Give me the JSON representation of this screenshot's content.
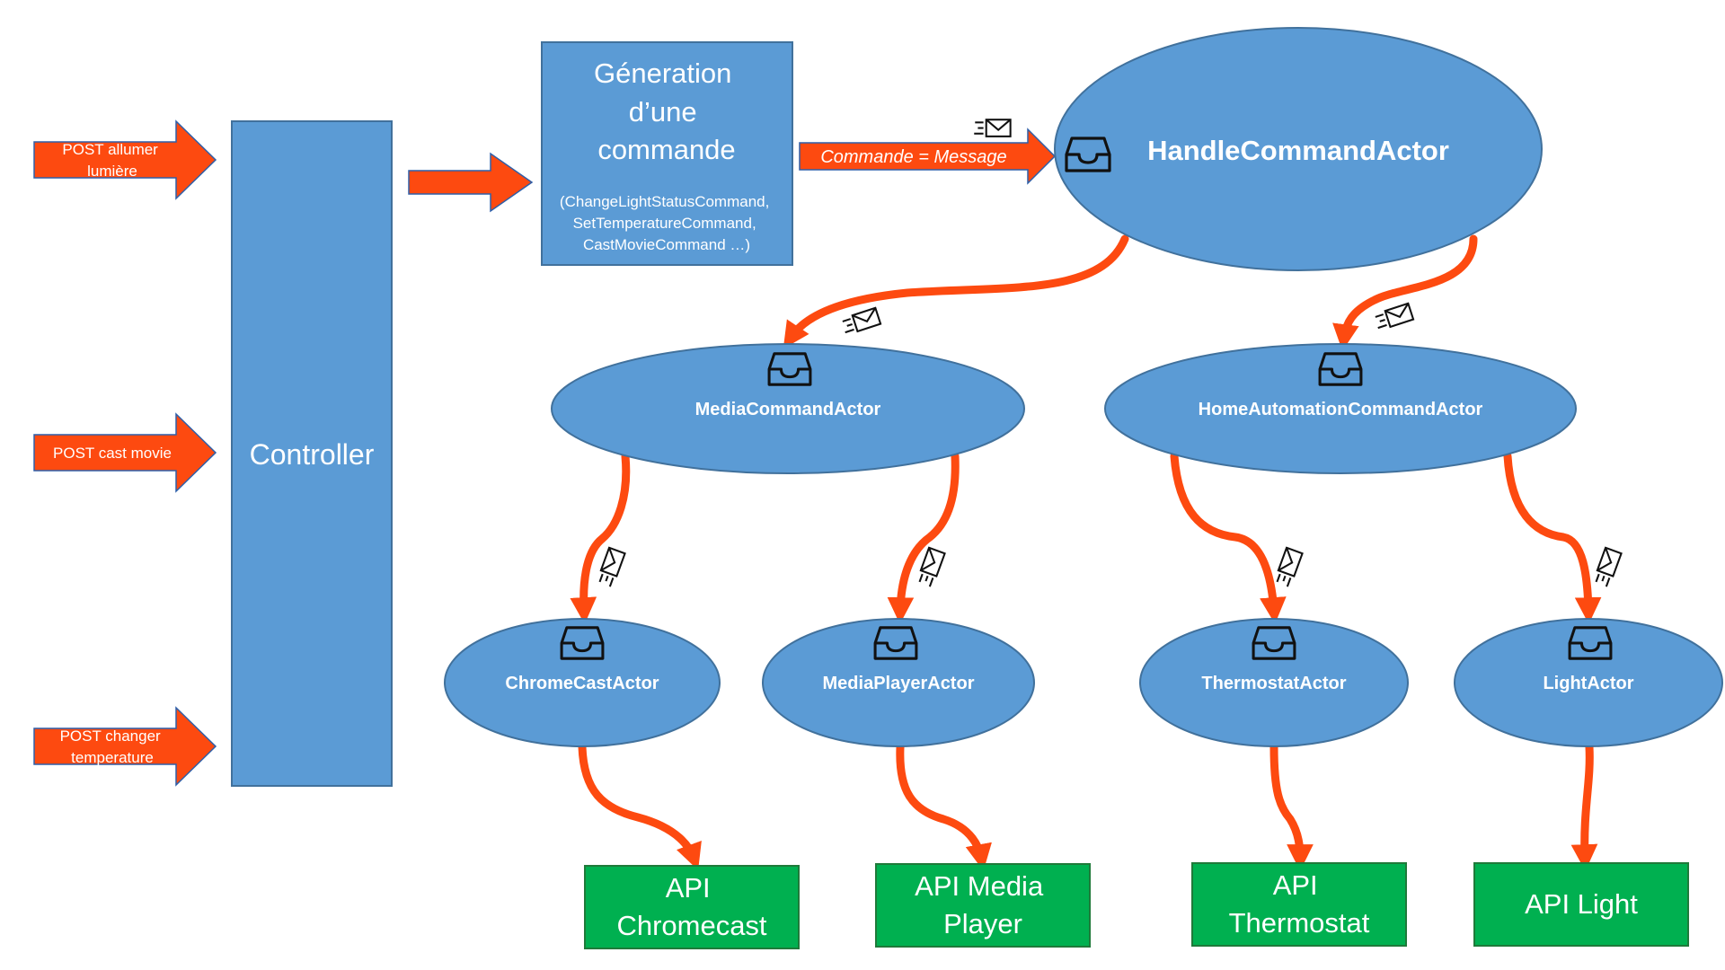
{
  "colors": {
    "box_blue": "#5b9bd5",
    "box_border": "#41719c",
    "arrow_orange": "#fd4a10",
    "arrow_border": "#2e5fa8",
    "api_green": "#00b050",
    "api_border": "#1f7a3a",
    "text_white": "#ffffff"
  },
  "inputs": {
    "post_light": [
      "POST allumer",
      "lumière"
    ],
    "post_cast": [
      "POST cast movie"
    ],
    "post_temp": [
      "POST changer",
      "temperature"
    ]
  },
  "controller": {
    "label": "Controller"
  },
  "generation": {
    "title": [
      "Géneration",
      "d’une",
      "commande"
    ],
    "detail": [
      "(ChangeLightStatusCommand,",
      "SetTemperatureCommand,",
      "CastMovieCommand …)"
    ]
  },
  "message_arrow": {
    "label": "Commande = Message"
  },
  "actors": {
    "handle": "HandleCommandActor",
    "media": "MediaCommandActor",
    "home": "HomeAutomationCommandActor",
    "chromecast": "ChromeCastActor",
    "mediaplayer": "MediaPlayerActor",
    "thermostat": "ThermostatActor",
    "light": "LightActor"
  },
  "apis": {
    "chromecast": [
      "API",
      "Chromecast"
    ],
    "mediaplayer": [
      "API Media",
      "Player"
    ],
    "thermostat": [
      "API",
      "Thermostat"
    ],
    "light": [
      "API Light"
    ]
  },
  "icons": {
    "inbox": "inbox-tray-icon",
    "envelope": "flying-envelope-icon"
  }
}
